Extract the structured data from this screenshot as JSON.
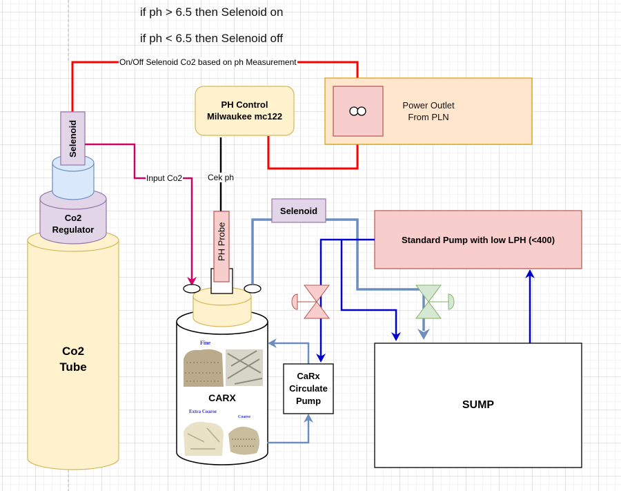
{
  "rules": {
    "line1": "if ph > 6.5 then Selenoid on",
    "line2": "if ph < 6.5 then Selenoid off"
  },
  "edges": {
    "control_signal": "On/Off Selenoid Co2 based on ph Measurement",
    "input_co2": "Input Co2",
    "check_ph": "Cek ph"
  },
  "components": {
    "ph_control": {
      "line1": "PH Control",
      "line2": "Milwaukee mc122"
    },
    "power_outlet": {
      "line1": "Power Outlet",
      "line2": "From PLN",
      "icon": "power-socket-icon"
    },
    "co2_selenoid": "Selenoid",
    "co2_regulator": {
      "line1": "Co2",
      "line2": "Regulator"
    },
    "co2_tube": {
      "line1": "Co2",
      "line2": "Tube"
    },
    "ph_probe": "PH Probe",
    "flow_selenoid": "Selenoid",
    "standard_pump": "Standard Pump with low LPH (<400)",
    "carx": {
      "label": "CARX",
      "media": [
        "Fine",
        "Extra Coarse",
        "Coarse"
      ]
    },
    "circulate_pump": {
      "line1": "CaRx",
      "line2": "Circulate",
      "line3": "Pump"
    },
    "sump": "SUMP"
  },
  "colors": {
    "power_line": "#ff0000",
    "co2_line": "#cc0066",
    "water_line": "#0000cc",
    "effluent_line": "#6c8ebf",
    "signal_line": "#000000",
    "valve_red_fill": "#f8cecc",
    "valve_green_fill": "#d5e8d4"
  }
}
